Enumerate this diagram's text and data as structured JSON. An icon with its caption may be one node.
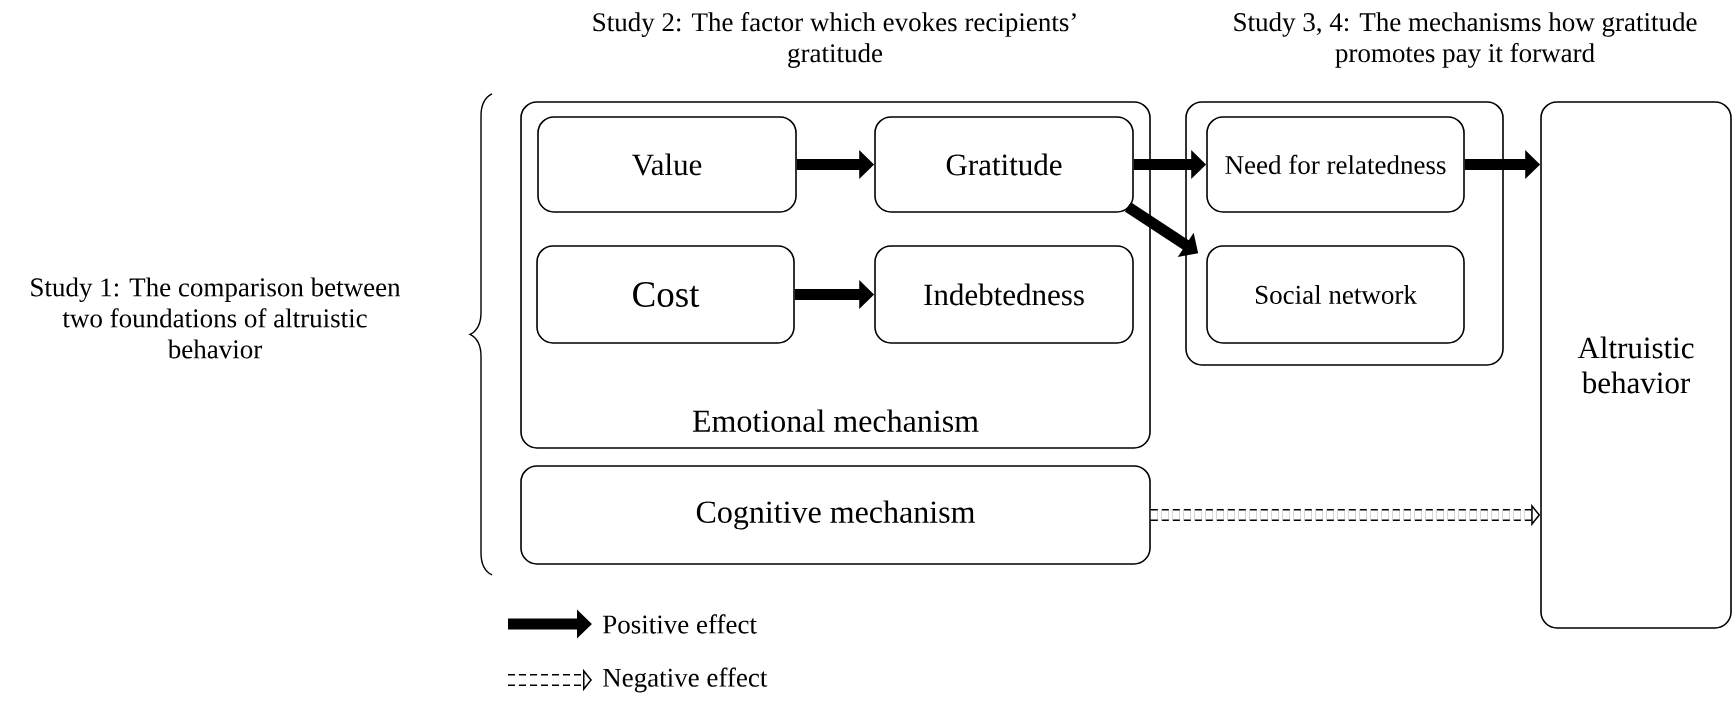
{
  "diagram": {
    "nodes": [
      {
        "text": [
          "Emotional mechanism"
        ]
      },
      {
        "text": [
          "Value"
        ],
        "in": 0
      },
      {
        "text": [
          "Gratitude"
        ],
        "in": 0
      },
      {
        "text": [
          "Cost"
        ],
        "in": 0
      },
      {
        "text": [
          "Indebtedness"
        ],
        "in": 0
      },
      {
        "text": [],
        "shape": "box"
      },
      {
        "text": [
          "Need for relatedness"
        ],
        "in": 5
      },
      {
        "text": [
          "Social network"
        ],
        "in": 5
      },
      {
        "text": [
          "Altruistic behavior"
        ]
      },
      {
        "text": [
          "Cognitive mechanism"
        ]
      }
    ],
    "edges": [
      {
        "from": 1,
        "to": 2,
        "arrow": "to"
      },
      {
        "from": 3,
        "to": 4,
        "arrow": "to"
      },
      {
        "from": 2,
        "to": 6,
        "arrow": "to"
      },
      {
        "from": 2,
        "to": 7,
        "arrow": "to"
      },
      {
        "from": 6,
        "to": 8,
        "arrow": "to"
      },
      {
        "from": 9,
        "to": 8,
        "arrow": "to",
        "style": "dashed"
      }
    ],
    "labels": [
      "Study 2: The factor which evokes recipients’ gratitude",
      "Study 3, 4: The mechanisms how gratitude promotes pay it forward",
      "Study 1: The comparison between two foundations of altruistic behavior"
    ],
    "legend": [
      {
        "text": "Positive effect"
      },
      {
        "text": "Negative effect"
      }
    ]
  }
}
